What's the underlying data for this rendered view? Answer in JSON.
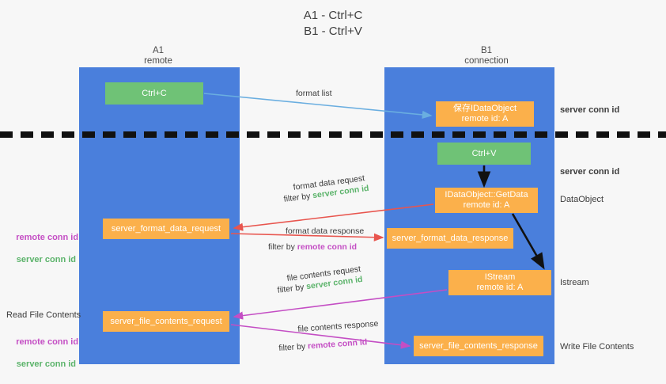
{
  "title": "A1 - Ctrl+C\nB1 - Ctrl+V",
  "colors": {
    "lane": "#4a7fdc",
    "green_node": "#6fc276",
    "orange_node": "#fbb04b",
    "server_conn_id": "#5bb36a",
    "remote_conn_id": "#c44ec4",
    "arrow_blue": "#6aaee0",
    "arrow_red": "#e8554e",
    "arrow_magenta": "#c44ec4",
    "arrow_black": "#111111",
    "background": "#f7f7f7"
  },
  "columns": [
    {
      "id": "a1",
      "title": "A1",
      "subtitle": "remote"
    },
    {
      "id": "b1",
      "title": "B1",
      "subtitle": "connection"
    }
  ],
  "nodes": {
    "ctrl_c": {
      "line1": "Ctrl+C",
      "line2": ""
    },
    "idataobject": {
      "line1": "保存IDataObject",
      "line2": "remote id: A"
    },
    "ctrl_v": {
      "line1": "Ctrl+V",
      "line2": ""
    },
    "getdata": {
      "line1": "IDataObject::GetData",
      "line2": "remote id: A"
    },
    "server_format_data_request": {
      "line1": "server_format_data_request",
      "line2": ""
    },
    "server_format_data_response": {
      "line1": "server_format_data_response",
      "line2": ""
    },
    "istream": {
      "line1": "IStream",
      "line2": "remote id: A"
    },
    "server_file_contents_request": {
      "line1": "server_file_contents_request",
      "line2": ""
    },
    "server_file_contents_response": {
      "line1": "server_file_contents_response",
      "line2": ""
    }
  },
  "edge_labels": {
    "format_list": "format list",
    "format_data_request": "format data request",
    "format_data_request_filter_prefix": "filter by ",
    "format_data_request_filter_value": "server conn id",
    "format_data_response": "format data response",
    "format_data_response_filter_prefix": "filter by ",
    "format_data_response_filter_value": "remote conn id",
    "file_contents_request": "file contents request",
    "file_contents_request_filter_prefix": "filter by ",
    "file_contents_request_filter_value": "server conn id",
    "file_contents_response": "file contents response",
    "file_contents_response_filter_prefix": "filter by ",
    "file_contents_response_filter_value": "remote conn id"
  },
  "side_labels": {
    "server_conn_id_top": "server conn id",
    "server_conn_id_mid": "server conn id",
    "dataobject": "DataObject",
    "istream": "Istream",
    "write_file_contents": "Write File Contents"
  },
  "left_labels": {
    "remote_conn_id_1": "remote conn id",
    "server_conn_id_1": "server conn id",
    "read_file_contents": "Read File Contents",
    "remote_conn_id_2": "remote conn id",
    "server_conn_id_2": "server conn id"
  }
}
